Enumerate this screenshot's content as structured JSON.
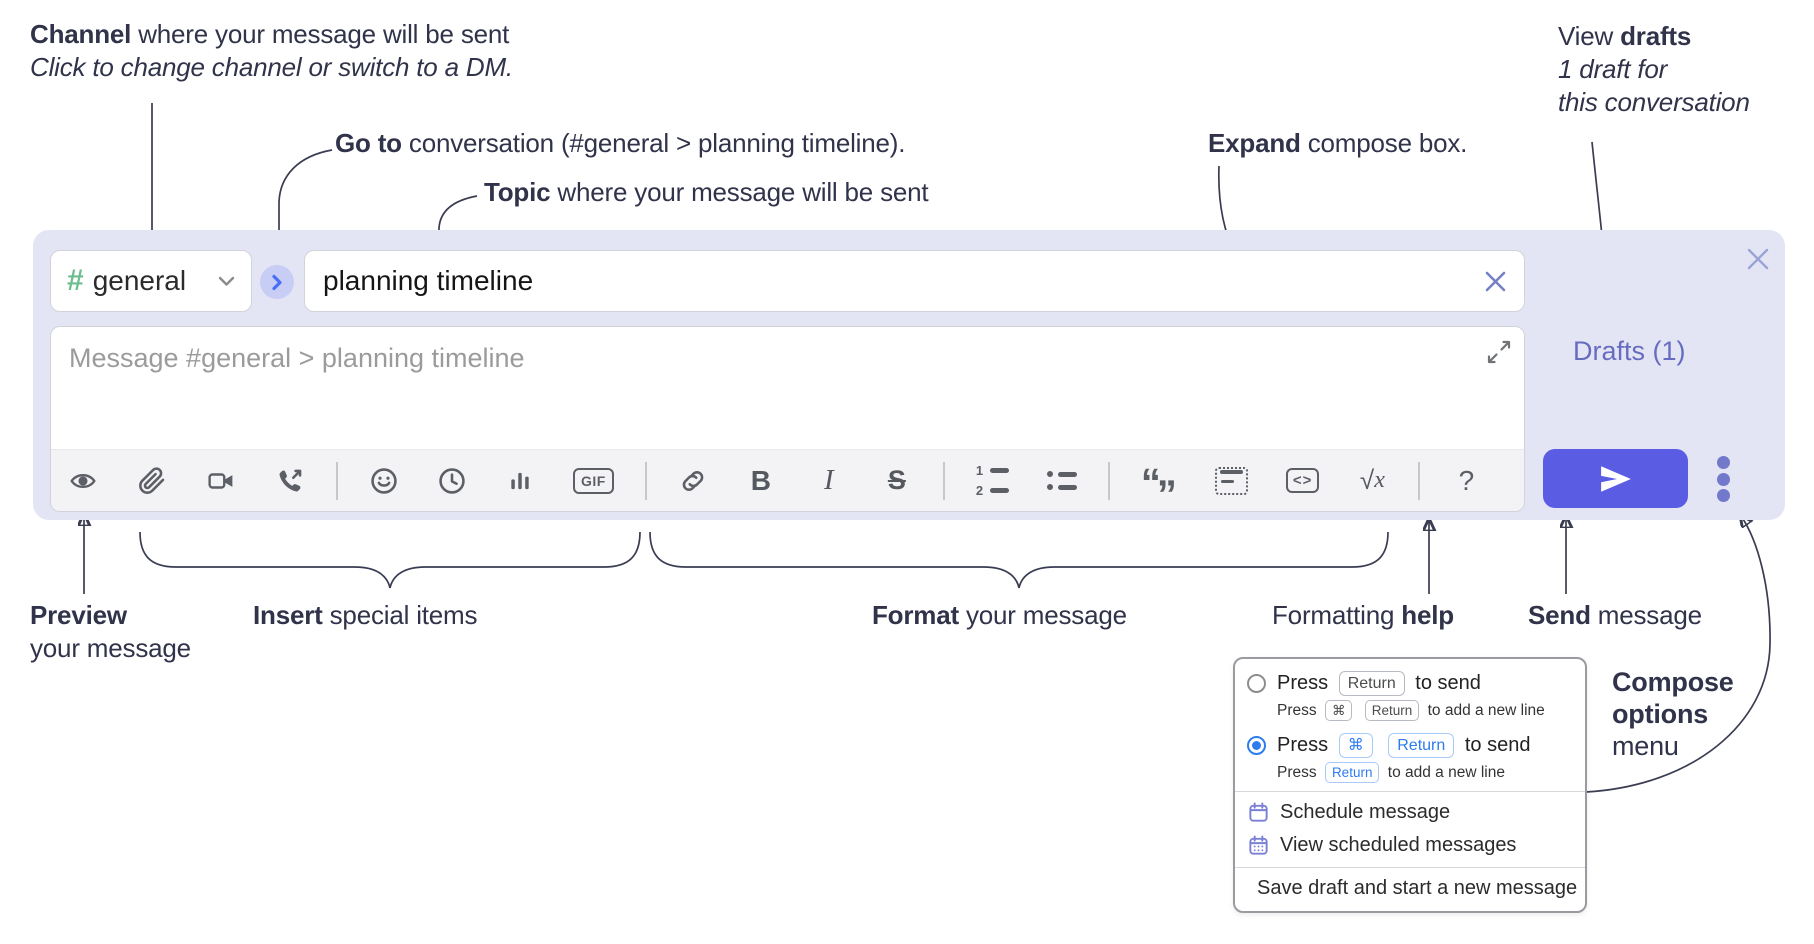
{
  "colors": {
    "panel_lavender": "#e3e5f4",
    "send_button": "#5a5ce4",
    "accent_blue": "#2e7cf0",
    "hash_green": "#6bbf8e",
    "menu_icon_purple": "#7b80d6",
    "drafts_link": "#666cc0",
    "annotation_text": "#30334a",
    "toolbar_icon": "#5c5f66"
  },
  "annotations": {
    "channel": {
      "bold": "Channel",
      "rest": " where your message will be sent",
      "line2": "Click to change channel or switch to a DM."
    },
    "goto": {
      "bold": "Go to",
      "rest": " conversation (#general > planning timeline)."
    },
    "topic": {
      "bold": "Topic",
      "rest": " where your message will be sent"
    },
    "expand": {
      "bold": "Expand",
      "rest": " compose box."
    },
    "drafts": {
      "line1_pre": "View ",
      "line1_bold": "drafts",
      "line2": "1 draft for",
      "line3": "this conversation"
    },
    "preview": {
      "bold": "Preview",
      "line2": "your message"
    },
    "insert": {
      "bold": "Insert",
      "rest": " special items"
    },
    "format": {
      "bold": "Format",
      "rest": " your message"
    },
    "help": {
      "pre": "Formatting ",
      "bold": "help"
    },
    "send": {
      "bold": "Send",
      "rest": " message"
    },
    "compose_options": {
      "line1": "Compose",
      "line2": "options",
      "line3": "menu"
    }
  },
  "compose": {
    "channel_hash": "#",
    "channel_name": "general",
    "topic_value": "planning timeline",
    "message_placeholder": "Message #general > planning timeline",
    "drafts_label": "Drafts (1)"
  },
  "toolbar": {
    "gif_label": "GIF",
    "bold_label": "B",
    "italic_label": "I",
    "strike_label": "S",
    "ol_num1": "1",
    "ol_num2": "2",
    "quote_open": "“",
    "quote_close": "”",
    "code_label": "<>",
    "math_sqrt": "√",
    "math_x": "x",
    "help_label": "?"
  },
  "popup": {
    "options": [
      {
        "selected": false,
        "main_pre": "Press",
        "main_key1": "Return",
        "main_post": "to send",
        "sub_pre": "Press",
        "sub_key1": "⌘",
        "sub_key2": "Return",
        "sub_post": "to add a new line"
      },
      {
        "selected": true,
        "main_pre": "Press",
        "main_key1": "⌘",
        "main_key2": "Return",
        "main_post": "to send",
        "sub_pre": "Press",
        "sub_key1": "Return",
        "sub_post": "to add a new line"
      }
    ],
    "items": [
      {
        "label": "Schedule message"
      },
      {
        "label": "View scheduled messages"
      },
      {
        "label": "Save draft and start a new message"
      }
    ]
  }
}
